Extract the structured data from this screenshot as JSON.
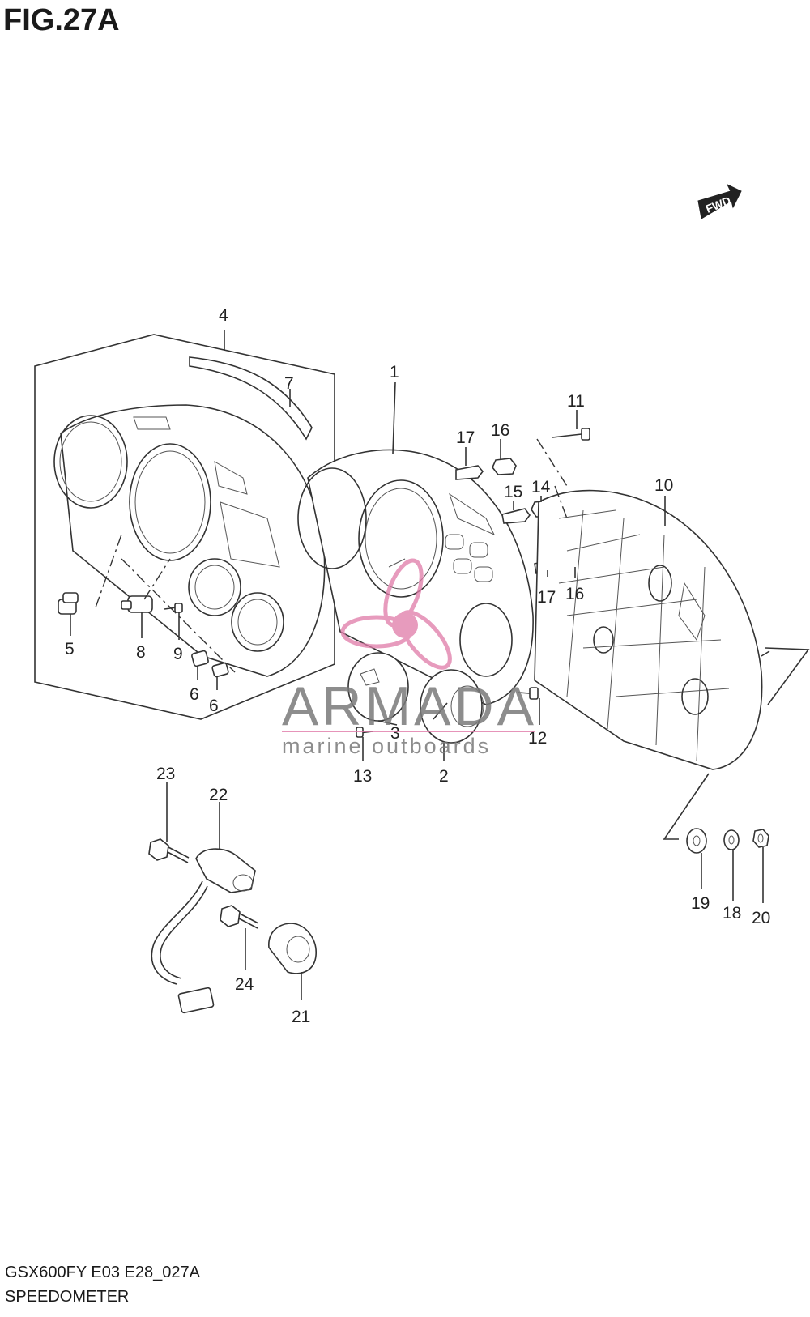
{
  "figure": {
    "title": "FIG.27A"
  },
  "footer": {
    "model_code": "GSX600FY E03 E28_027A",
    "section_name": "SPEEDOMETER"
  },
  "direction_badge": {
    "label": "FWD"
  },
  "watermark": {
    "brand": "ARMADA",
    "tagline": "marine outboards",
    "color": "#e07aa8"
  },
  "callouts": {
    "p1": "1",
    "p2": "2",
    "p3": "3",
    "p4": "4",
    "p5": "5",
    "p6a": "6",
    "p6b": "6",
    "p7": "7",
    "p8": "8",
    "p9": "9",
    "p10": "10",
    "p11": "11",
    "p12": "12",
    "p13": "13",
    "p14": "14",
    "p15": "15",
    "p16a": "16",
    "p16b": "16",
    "p17a": "17",
    "p17b": "17",
    "p18": "18",
    "p19": "19",
    "p20": "20",
    "p21": "21",
    "p22": "22",
    "p23": "23",
    "p24": "24"
  }
}
